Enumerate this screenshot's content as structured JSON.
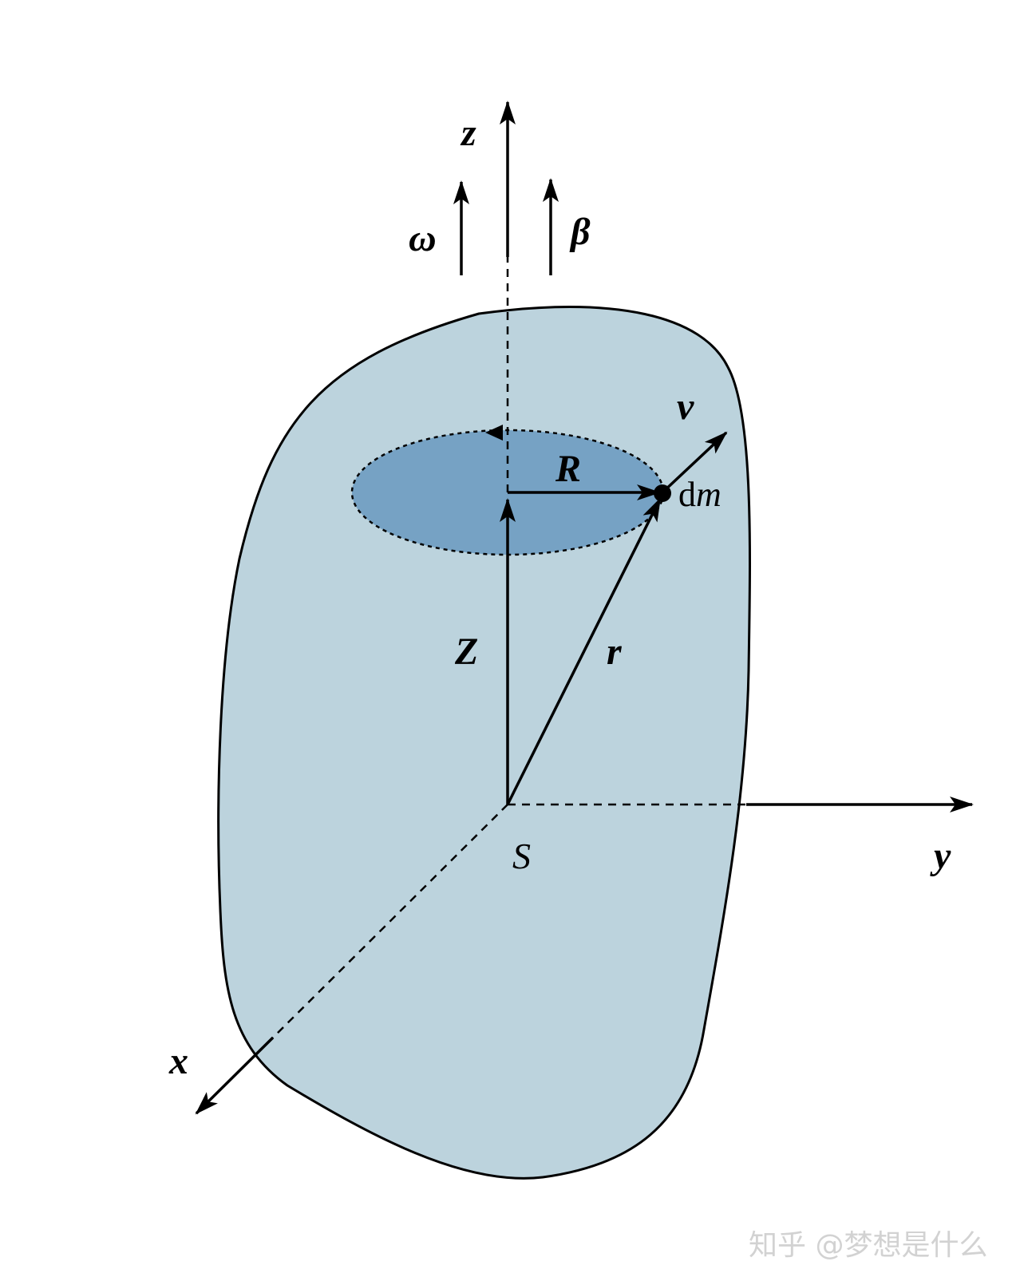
{
  "labels": {
    "z_axis": "z",
    "omega": "ω",
    "beta": "β",
    "v": "v",
    "R": "R",
    "dm_d": "d",
    "dm_m": "m",
    "Z": "Z",
    "r": "r",
    "S": "S",
    "y_axis": "y",
    "x_axis": "x"
  },
  "watermark": "知乎 @梦想是什么",
  "colors": {
    "body_fill": "#bcd3dd",
    "disk_fill": "#76a2c4",
    "stroke": "#000000"
  }
}
